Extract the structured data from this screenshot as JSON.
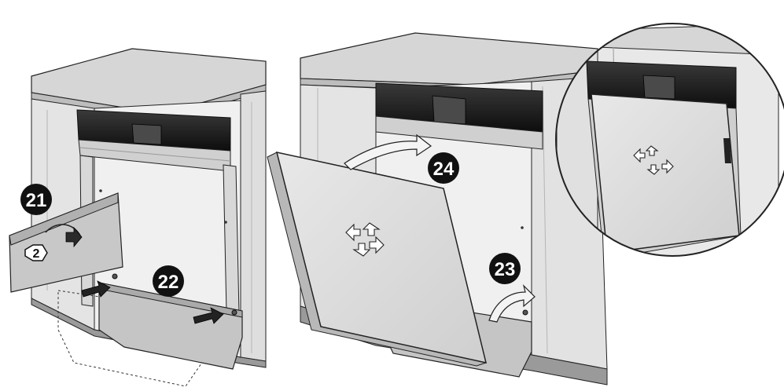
{
  "steps": [
    {
      "number": "21"
    },
    {
      "number": "22"
    },
    {
      "number": "23"
    },
    {
      "number": "24"
    }
  ],
  "part_label": "2",
  "colors": {
    "countertop": "#d4d4d4",
    "cabinet": "#e2e2e2",
    "panel": "#c9c9c9",
    "door_panel": "#dcdcdc",
    "control_bar": "#1c1c1c",
    "badge": "#111111",
    "arrow_dark": "#2a2a2a",
    "arrow_light": "#e6e6e6",
    "outline": "#222222"
  },
  "icons": [
    "step-badge",
    "push-arrow",
    "curved-arrow",
    "hex-part-label",
    "magnify-circle"
  ]
}
